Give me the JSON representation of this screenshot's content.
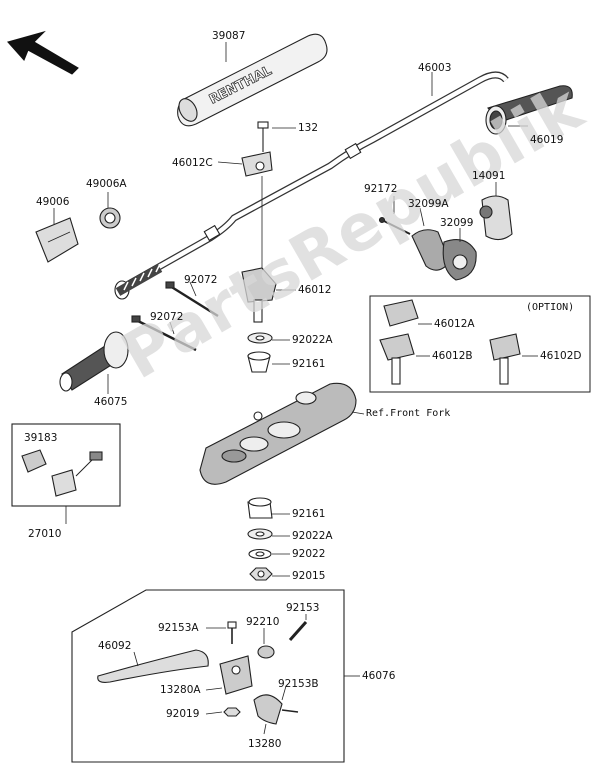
{
  "watermark": "PartsRepublik",
  "labels": {
    "p39087": "39087",
    "p46003": "46003",
    "p132": "132",
    "p46012c": "46012C",
    "p46019": "46019",
    "p49006": "49006",
    "p49006a": "49006A",
    "p92172": "92172",
    "p32099a": "32099A",
    "p14091": "14091",
    "p32099": "32099",
    "p92072a": "92072",
    "p46012": "46012",
    "p92072b": "92072",
    "p92022a_top": "92022A",
    "p92161_top": "92161",
    "p46075": "46075",
    "p39183": "39183",
    "p27010": "27010",
    "p92161_bot": "92161",
    "p92022a_bot": "92022A",
    "p92022": "92022",
    "p92015": "92015",
    "p46076": "46076",
    "p92153a": "92153A",
    "p92210": "92210",
    "p92153": "92153",
    "p46092": "46092",
    "p13280a": "13280A",
    "p92153b": "92153B",
    "p92019": "92019",
    "p13280": "13280",
    "p46012a": "46012A",
    "p46012b": "46012B",
    "p46102d": "46102D"
  },
  "option_box": {
    "title": "(OPTION)"
  },
  "ref_front_fork": "Ref.Front Fork",
  "grip_text": "RENTHAL"
}
